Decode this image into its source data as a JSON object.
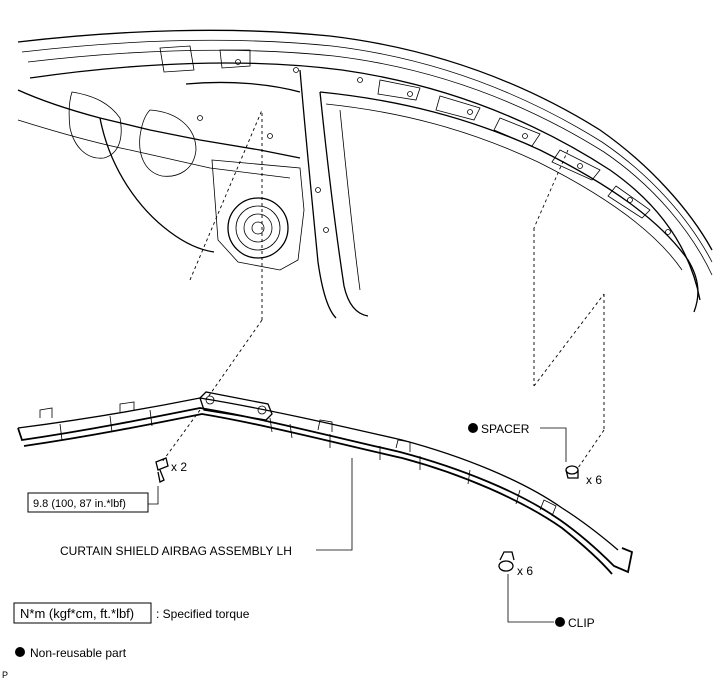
{
  "labels": {
    "spacer": "SPACER",
    "spacer_qty": "x 6",
    "bolt_qty": "x 2",
    "torque": "9.8 (100, 87 in.*lbf)",
    "assembly": "CURTAIN SHIELD AIRBAG ASSEMBLY LH",
    "clip_qty": "x 6",
    "clip": "CLIP"
  },
  "legend": {
    "torque_box": "N*m (kgf*cm, ft.*lbf)",
    "torque_text": ": Specified torque",
    "nonreusable_text": "Non-reusable part"
  },
  "footer": {
    "code": "P"
  }
}
